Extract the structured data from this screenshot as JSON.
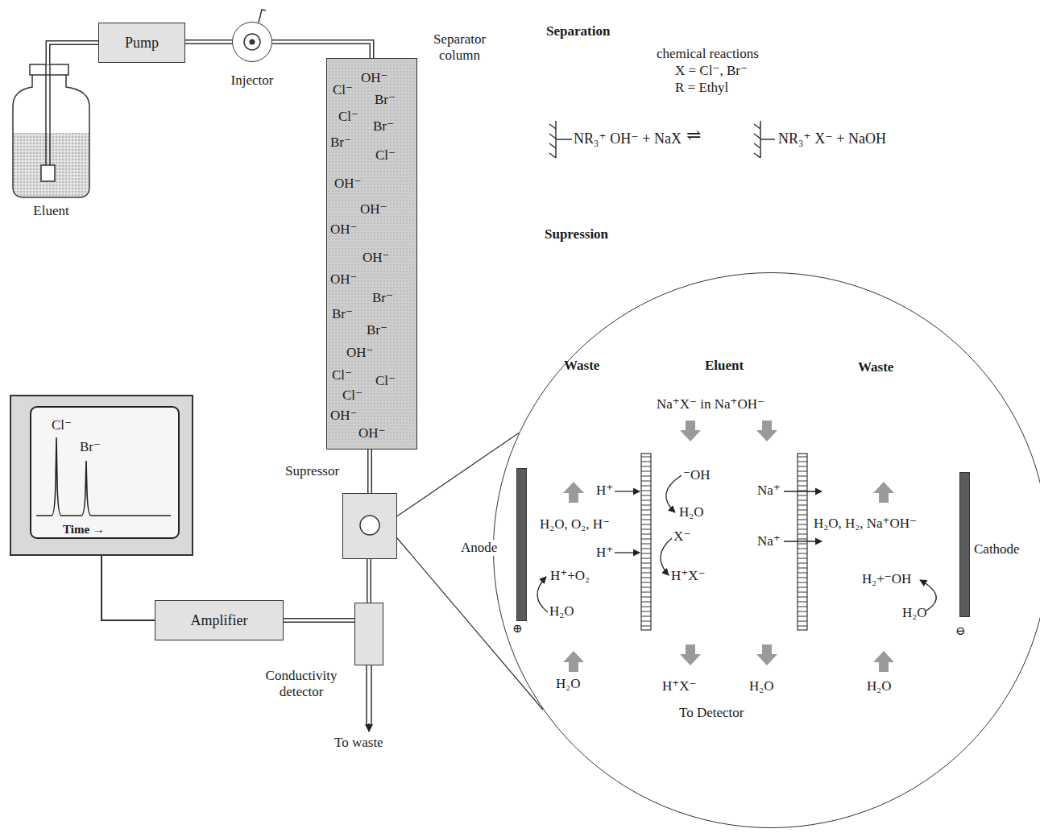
{
  "diagram": {
    "nodes": [
      {
        "text": [
          "Eluent"
        ]
      },
      {
        "text": [
          "Pump"
        ]
      },
      {
        "text": [
          "Injector"
        ]
      },
      {
        "text": [
          "Separator column"
        ]
      },
      {
        "text": [
          "Supressor"
        ]
      },
      {
        "text": [
          "Conductivity detector"
        ]
      },
      {
        "text": [
          "Amplifier"
        ]
      },
      {
        "text": [
          "Cl⁻",
          "Br⁻",
          "Time →"
        ]
      },
      {
        "text": [
          "Supression"
        ]
      },
      {
        "text": [
          "Anode"
        ],
        "in": 8
      },
      {
        "text": [
          "Cathode"
        ],
        "in": 8
      }
    ],
    "edges": [
      {
        "from": 0,
        "to": 1,
        "arrow": "none"
      },
      {
        "from": 1,
        "to": 2,
        "arrow": "none"
      },
      {
        "from": 2,
        "to": 3,
        "arrow": "none"
      },
      {
        "from": 3,
        "to": 4,
        "arrow": "none"
      },
      {
        "from": 4,
        "to": 5,
        "arrow": "none"
      },
      {
        "from": 5,
        "to": 6,
        "arrow": "none"
      },
      {
        "from": 6,
        "to": 7,
        "arrow": "none"
      },
      {
        "from": 4,
        "to": 8,
        "arrow": "none"
      }
    ],
    "labels": [
      "Separation",
      "chemical reactions",
      "X = Cl⁻, Br⁻",
      "R = Ethyl",
      "NR₃⁺ OH⁻ + NaX",
      "⇌",
      "NR₃⁺ X⁻ + NaOH",
      "To waste",
      "OH⁻",
      "Cl⁻",
      "Br⁻",
      "Cl⁻",
      "Br⁻",
      "Br⁻",
      "Cl⁻",
      "OH⁻",
      "OH⁻",
      "OH⁻",
      "OH⁻",
      "OH⁻",
      "Br⁻",
      "Br⁻",
      "Br⁻",
      "OH⁻",
      "Cl⁻",
      "Cl⁻",
      "Cl⁻",
      "OH⁻",
      "OH⁻",
      "Waste",
      "Eluent",
      "Waste",
      "Na⁺X⁻ in Na⁺OH⁻",
      "H⁺",
      "⁻OH",
      "Na⁺",
      "H₂O",
      "H₂O, O₂, H⁻",
      "H₂O, H₂, Na⁺OH⁻",
      "X⁻",
      "Na⁺",
      "H⁺",
      "H⁺+O₂",
      "H⁺X⁻",
      "H₂+⁻OH",
      "H₂O",
      "H₂O",
      "⊕",
      "⊖",
      "H₂O",
      "H⁺X⁻",
      "H₂O",
      "H₂O",
      "To Detector"
    ]
  }
}
